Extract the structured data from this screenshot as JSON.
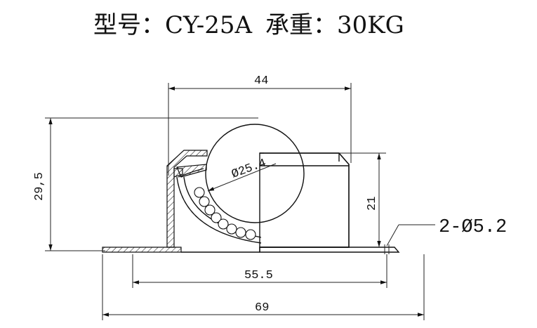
{
  "title": {
    "model_label": "型号：CY-25A",
    "load_label": "承重：30KG"
  },
  "dimensions": {
    "width_top": "44",
    "height_total": "29,5",
    "ball_diameter": "Ø25.4",
    "housing_height": "21",
    "hole_spacing": "55.5",
    "overall_width": "69",
    "holes": "2-Ø5.2"
  },
  "colors": {
    "line": "#111111",
    "background": "#ffffff"
  }
}
